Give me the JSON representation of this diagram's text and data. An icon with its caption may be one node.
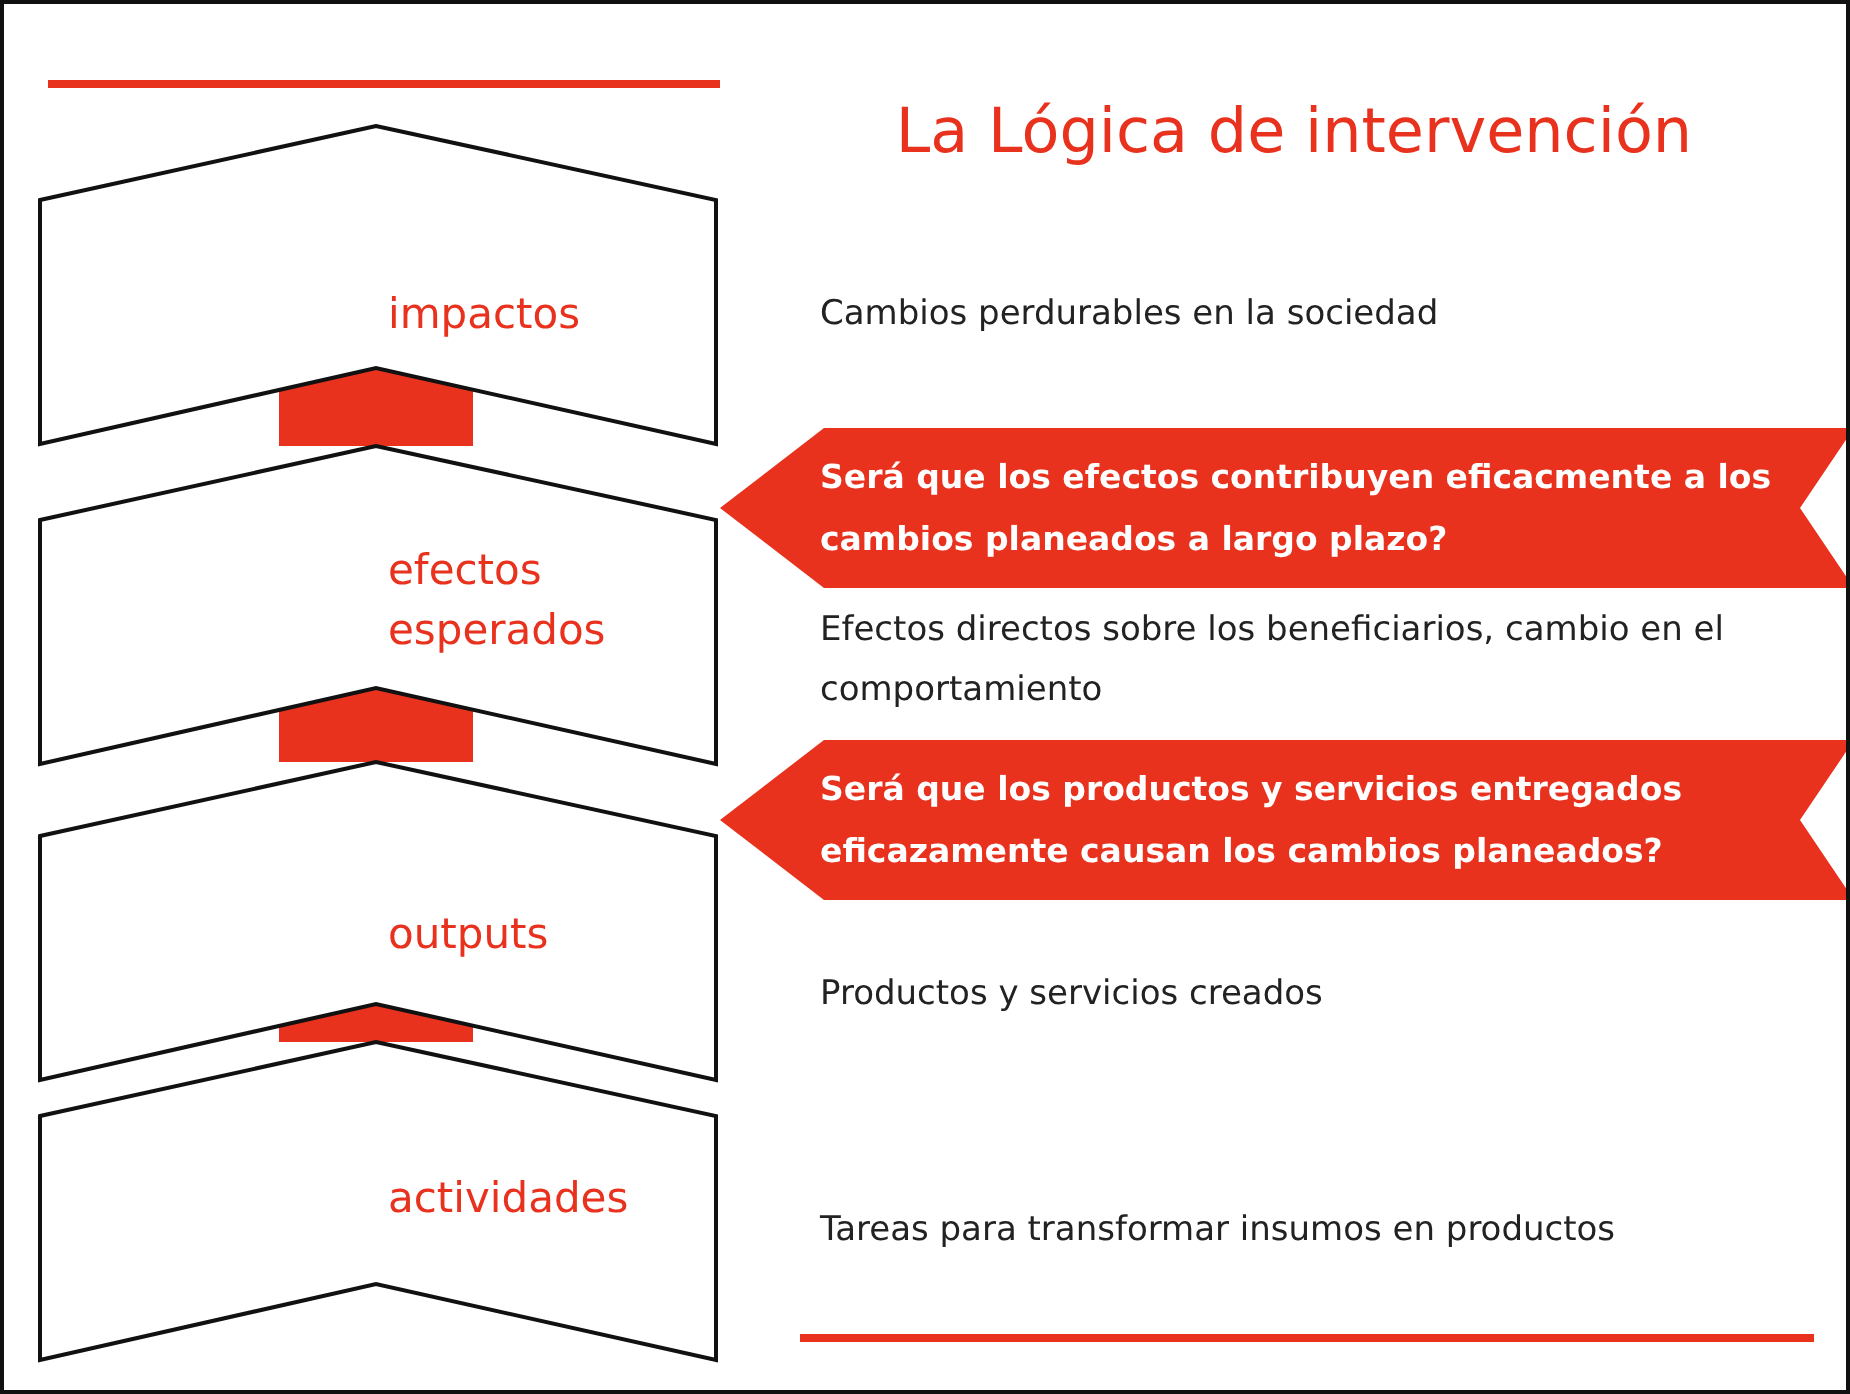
{
  "diagram": {
    "title": "La Lógica de intervención",
    "nodes": [
      {
        "text": [
          "impactos"
        ]
      },
      {
        "text": [
          "Será que los efectos contribuyen eficacmente a los cambios planeados a largo plazo?"
        ]
      },
      {
        "text": [
          "efectos esperados"
        ]
      },
      {
        "text": [
          "Será que los productos y servicios entregados eficazamente causan los cambios planeados?"
        ]
      },
      {
        "text": [
          "outputs"
        ]
      },
      {
        "text": [
          "actividades"
        ]
      }
    ],
    "edges": [
      {
        "from": 0,
        "to": 2,
        "arrow": "none"
      },
      {
        "from": 2,
        "to": 4,
        "arrow": "none"
      },
      {
        "from": 4,
        "to": 5,
        "arrow": "none"
      }
    ],
    "labels": [
      "Cambios perdurables en la sociedad",
      "Efectos directos sobre los beneficiarios, cambio en el comportamiento",
      "Productos y servicios creados",
      "Tareas para transformar insumos en productos"
    ]
  }
}
